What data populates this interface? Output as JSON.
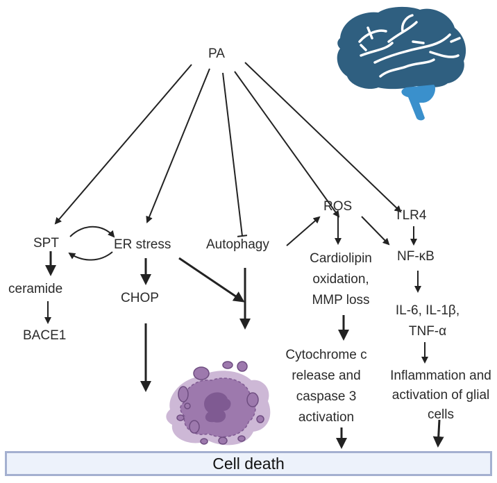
{
  "nodes": {
    "pa": "PA",
    "spt": "SPT",
    "er_stress": "ER stress",
    "autophagy": "Autophagy",
    "ros": "ROS",
    "tlr4": "TLR4",
    "ceramide": "ceramide",
    "bace1": "BACE1",
    "chop": "CHOP",
    "cardiolipin": "Cardiolipin oxidation, MMP loss",
    "nfkb": "NF-κB",
    "cytokines": "IL-6, IL-1β, TNF-α",
    "cytochrome": "Cytochrome c release and caspase 3 activation",
    "inflammation": "Inflammation and activation of glial cells",
    "cell_death": "Cell death"
  },
  "edges": [
    {
      "from": "PA",
      "to": "SPT",
      "type": "activation"
    },
    {
      "from": "PA",
      "to": "ER stress",
      "type": "activation"
    },
    {
      "from": "PA",
      "to": "Autophagy",
      "type": "inhibition"
    },
    {
      "from": "PA",
      "to": "ROS",
      "type": "activation"
    },
    {
      "from": "PA",
      "to": "TLR4",
      "type": "activation"
    },
    {
      "from": "SPT",
      "to": "ER stress",
      "type": "activation"
    },
    {
      "from": "ER stress",
      "to": "SPT",
      "type": "activation"
    },
    {
      "from": "SPT",
      "to": "ceramide",
      "type": "activation"
    },
    {
      "from": "ceramide",
      "to": "BACE1",
      "type": "activation"
    },
    {
      "from": "ER stress",
      "to": "CHOP",
      "type": "activation"
    },
    {
      "from": "ER stress",
      "to": "Cell death",
      "type": "activation"
    },
    {
      "from": "Autophagy",
      "to": "ROS",
      "type": "activation"
    },
    {
      "from": "Autophagy",
      "to": "Cell death",
      "type": "activation"
    },
    {
      "from": "CHOP",
      "to": "Cell death",
      "type": "activation"
    },
    {
      "from": "ROS",
      "to": "Cardiolipin oxidation, MMP loss",
      "type": "activation"
    },
    {
      "from": "ROS",
      "to": "NF-κB",
      "type": "activation"
    },
    {
      "from": "TLR4",
      "to": "NF-κB",
      "type": "activation"
    },
    {
      "from": "NF-κB",
      "to": "IL-6, IL-1β, TNF-α",
      "type": "activation"
    },
    {
      "from": "Cardiolipin oxidation, MMP loss",
      "to": "Cytochrome c release and caspase 3 activation",
      "type": "activation"
    },
    {
      "from": "IL-6, IL-1β, TNF-α",
      "to": "Inflammation and activation of glial cells",
      "type": "activation"
    },
    {
      "from": "Cytochrome c release and caspase 3 activation",
      "to": "Cell death",
      "type": "activation"
    },
    {
      "from": "Inflammation and activation of glial cells",
      "to": "Cell death",
      "type": "activation"
    }
  ],
  "icons": {
    "brain": "brain-icon",
    "dying_cell": "apoptotic-cell-icon"
  },
  "colors": {
    "brain_cerebrum": "#2f5f80",
    "brain_cerebellum": "#3a90cc",
    "cell_body": "#9d79ad",
    "cell_halo": "#cdb8d6",
    "cell_nucleus": "#7f5a92",
    "cell_death_fill": "#edf2fb",
    "cell_death_border": "#a4b0d0",
    "arrow": "#222222"
  }
}
